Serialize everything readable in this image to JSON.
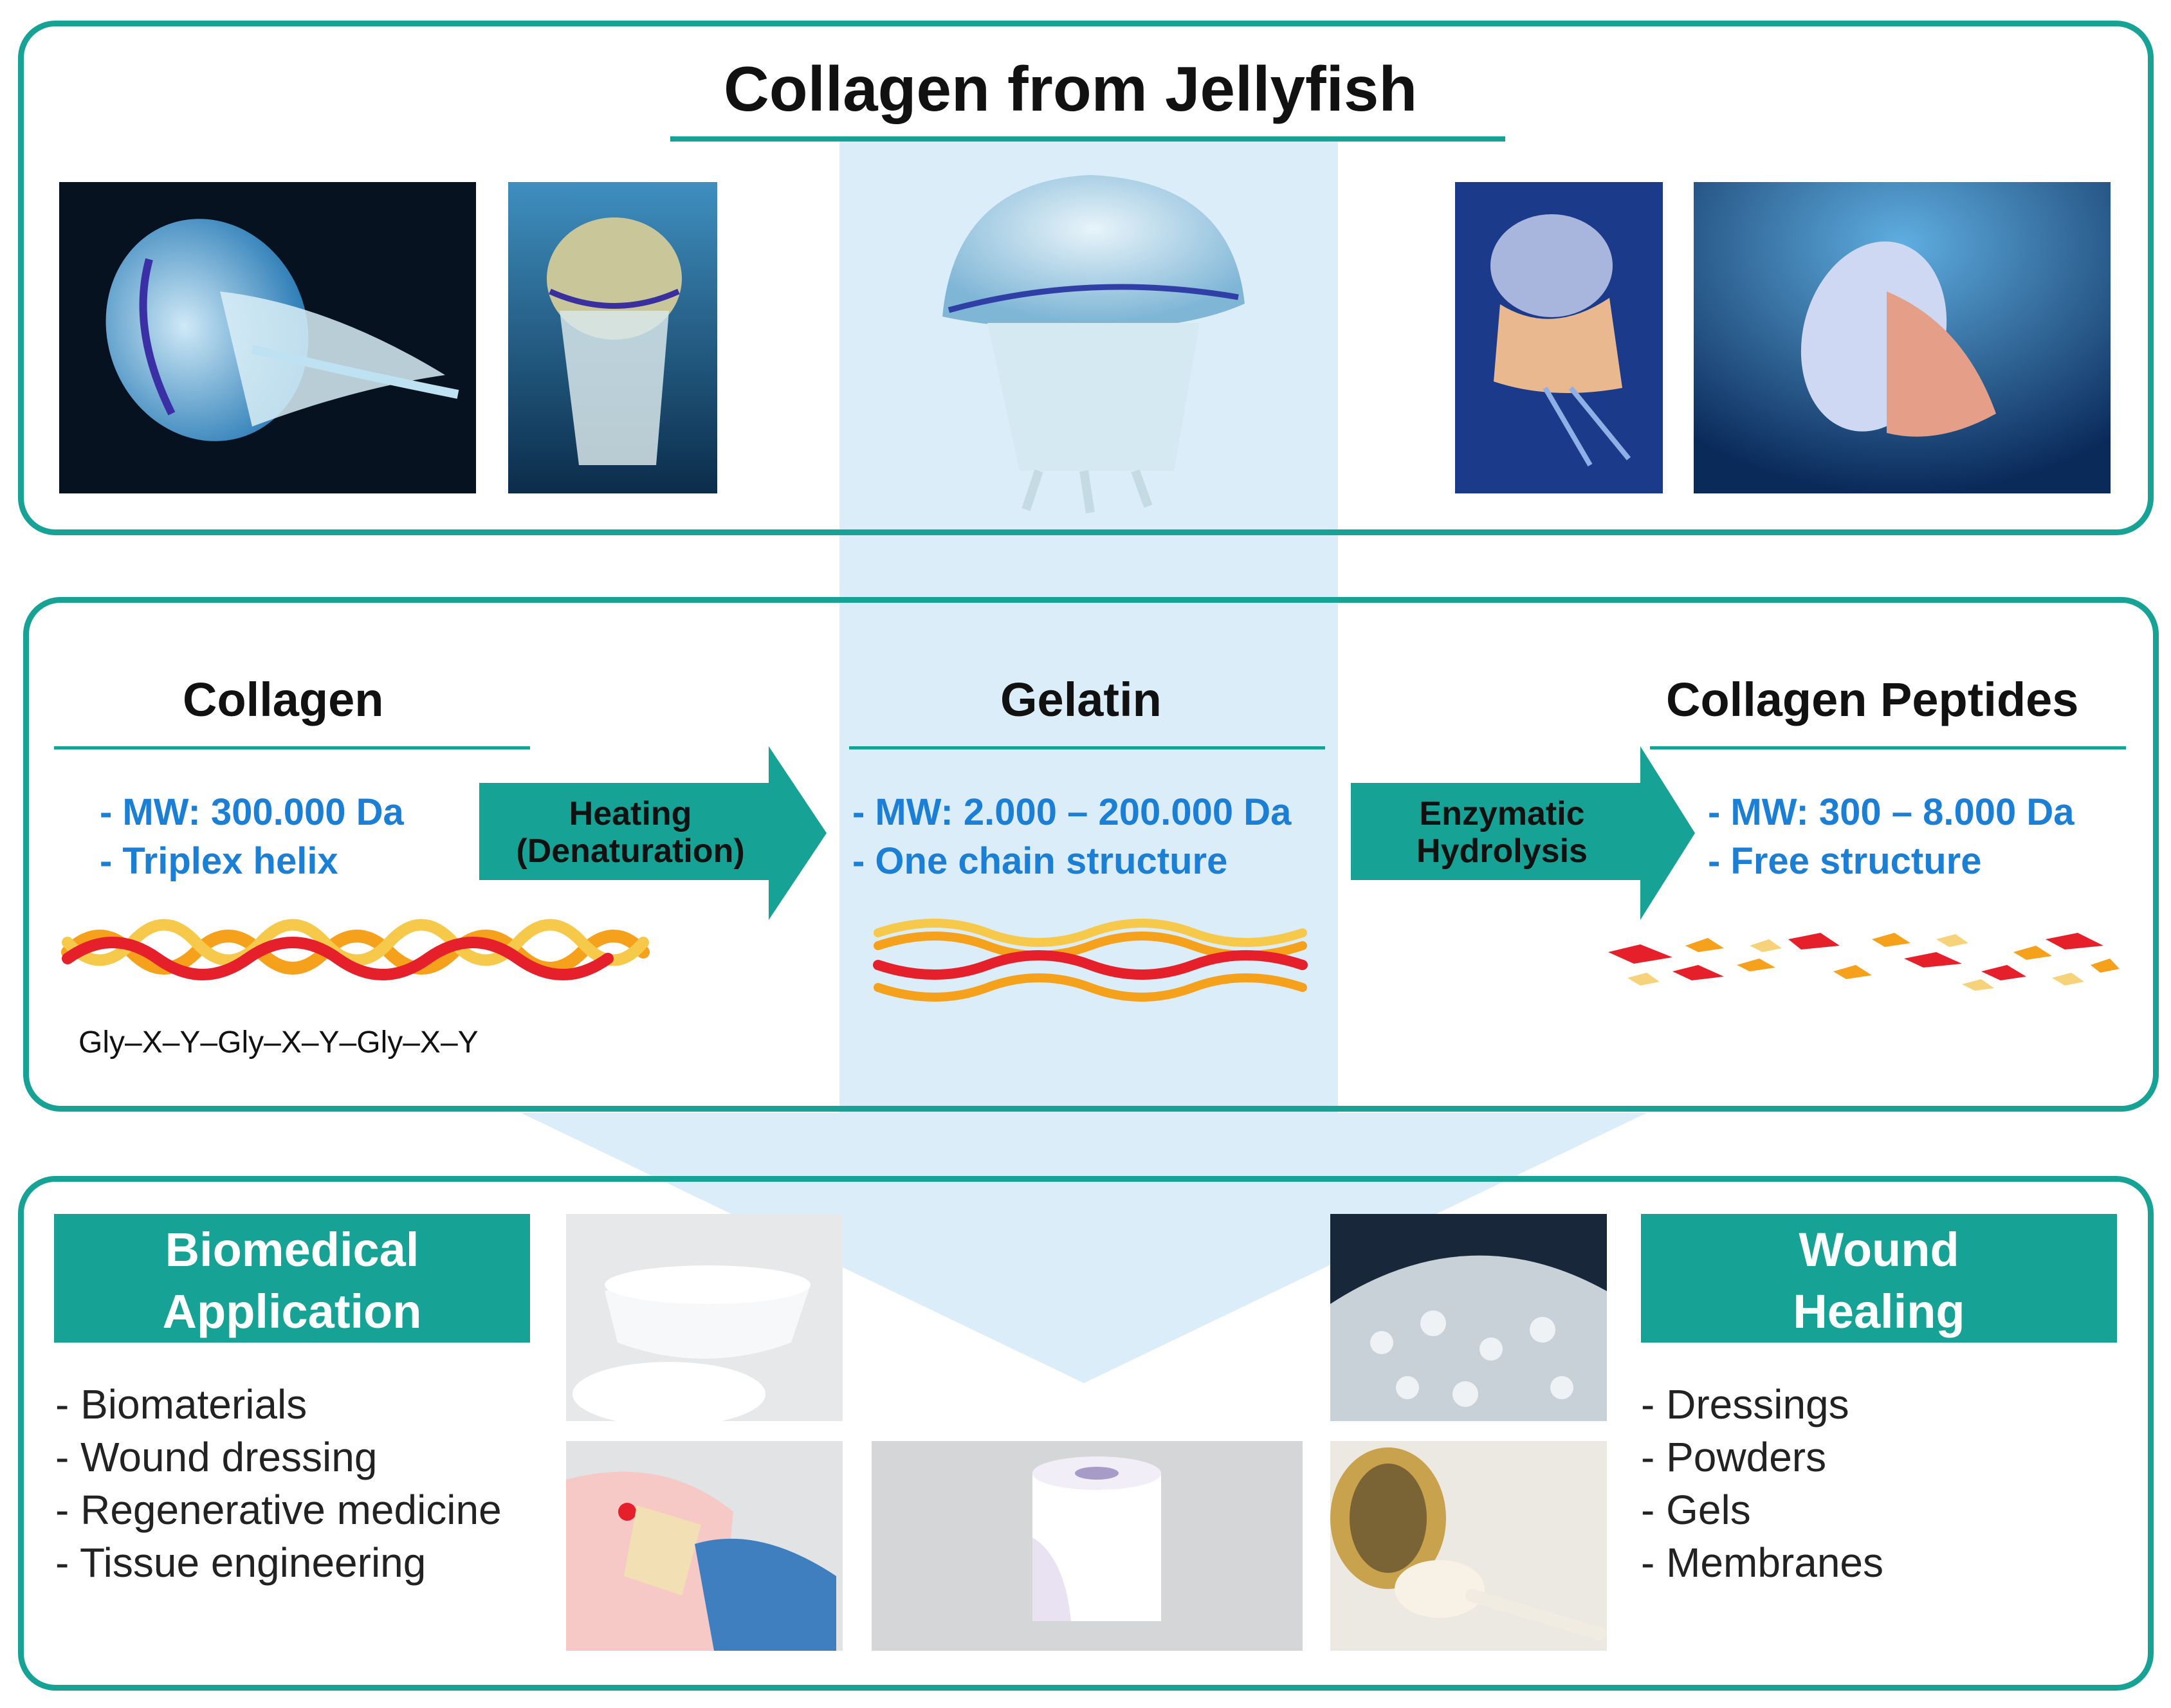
{
  "title": "Collagen from Jellyfish",
  "stages": [
    {
      "heading": "Collagen",
      "mw": "- MW: 300.000 Da",
      "structure": "- Triplex helix"
    },
    {
      "heading": "Gelatin",
      "mw": "- MW: 2.000 – 200.000 Da",
      "structure": "- One chain structure"
    },
    {
      "heading": "Collagen Peptides",
      "mw": "- MW: 300 – 8.000 Da",
      "structure": "- Free structure"
    }
  ],
  "sequence": "Gly–X–Y–Gly–X–Y–Gly–X–Y",
  "processes": [
    {
      "line1": "Heating",
      "line2": "(Denaturation)"
    },
    {
      "line1": "Enzymatic",
      "line2": "Hydrolysis"
    }
  ],
  "applications": {
    "biomedical": {
      "line1": "Biomedical",
      "line2": "Application",
      "items": [
        "- Biomaterials",
        "- Wound dressing",
        "- Regenerative medicine",
        "- Tissue engineering"
      ]
    },
    "wound": {
      "line1": "Wound",
      "line2": "Healing",
      "items": [
        "- Dressings",
        "- Powders",
        "- Gels",
        "- Membranes"
      ]
    }
  },
  "colors": {
    "accent": "#16a396",
    "label_blue": "#1b7fd6",
    "highlight": "#dcedfa"
  }
}
